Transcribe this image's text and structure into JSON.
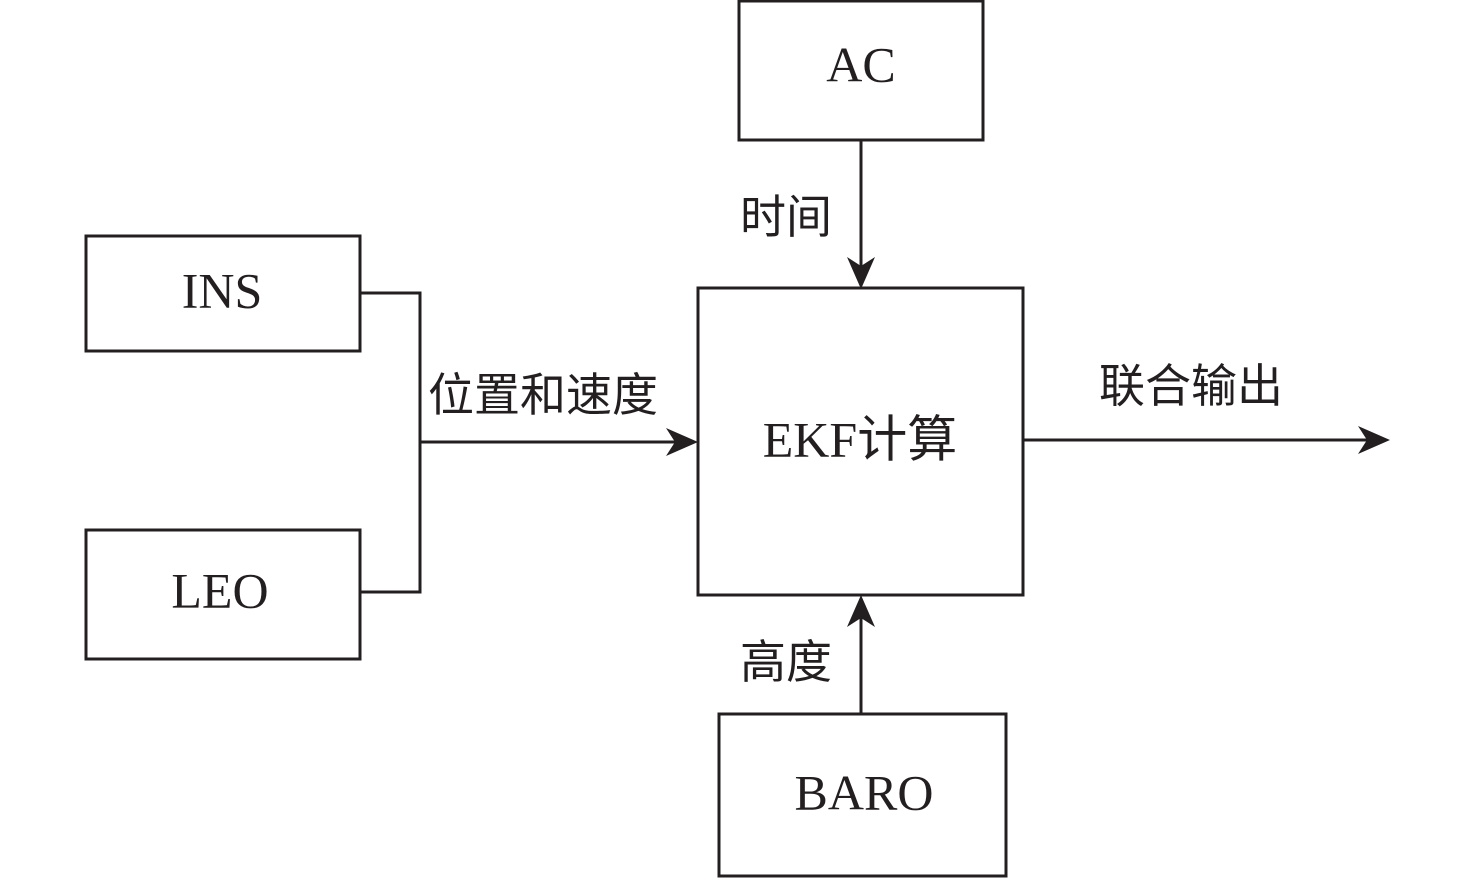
{
  "diagram": {
    "nodes": {
      "ac": "AC",
      "ins": "INS",
      "leo": "LEO",
      "ekf": "EKF计算",
      "baro": "BARO"
    },
    "edges": {
      "ac_to_ekf": "时间",
      "ins_leo_to_ekf": "位置和速度",
      "baro_to_ekf": "高度",
      "ekf_output": "联合输出"
    }
  }
}
